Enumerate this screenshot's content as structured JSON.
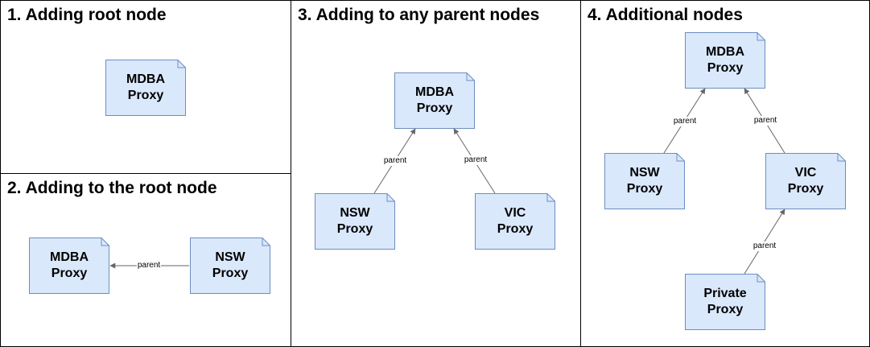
{
  "colors": {
    "node_fill": "#dae8fc",
    "node_stroke": "#6c8ebf",
    "edge": "#666666"
  },
  "panels": [
    {
      "id": "p1",
      "title": "1. Adding root node"
    },
    {
      "id": "p2",
      "title": "2. Adding to the root node"
    },
    {
      "id": "p3",
      "title": "3. Adding to any parent nodes"
    },
    {
      "id": "p4",
      "title": "4. Additional nodes"
    }
  ],
  "nodes": {
    "p1_mdba": "MDBA\nProxy",
    "p2_mdba": "MDBA\nProxy",
    "p2_nsw": "NSW\nProxy",
    "p3_mdba": "MDBA\nProxy",
    "p3_nsw": "NSW\nProxy",
    "p3_vic": "VIC\nProxy",
    "p4_mdba": "MDBA\nProxy",
    "p4_nsw": "NSW\nProxy",
    "p4_vic": "VIC\nProxy",
    "p4_private": "Private\nProxy"
  },
  "edge_label": "parent"
}
